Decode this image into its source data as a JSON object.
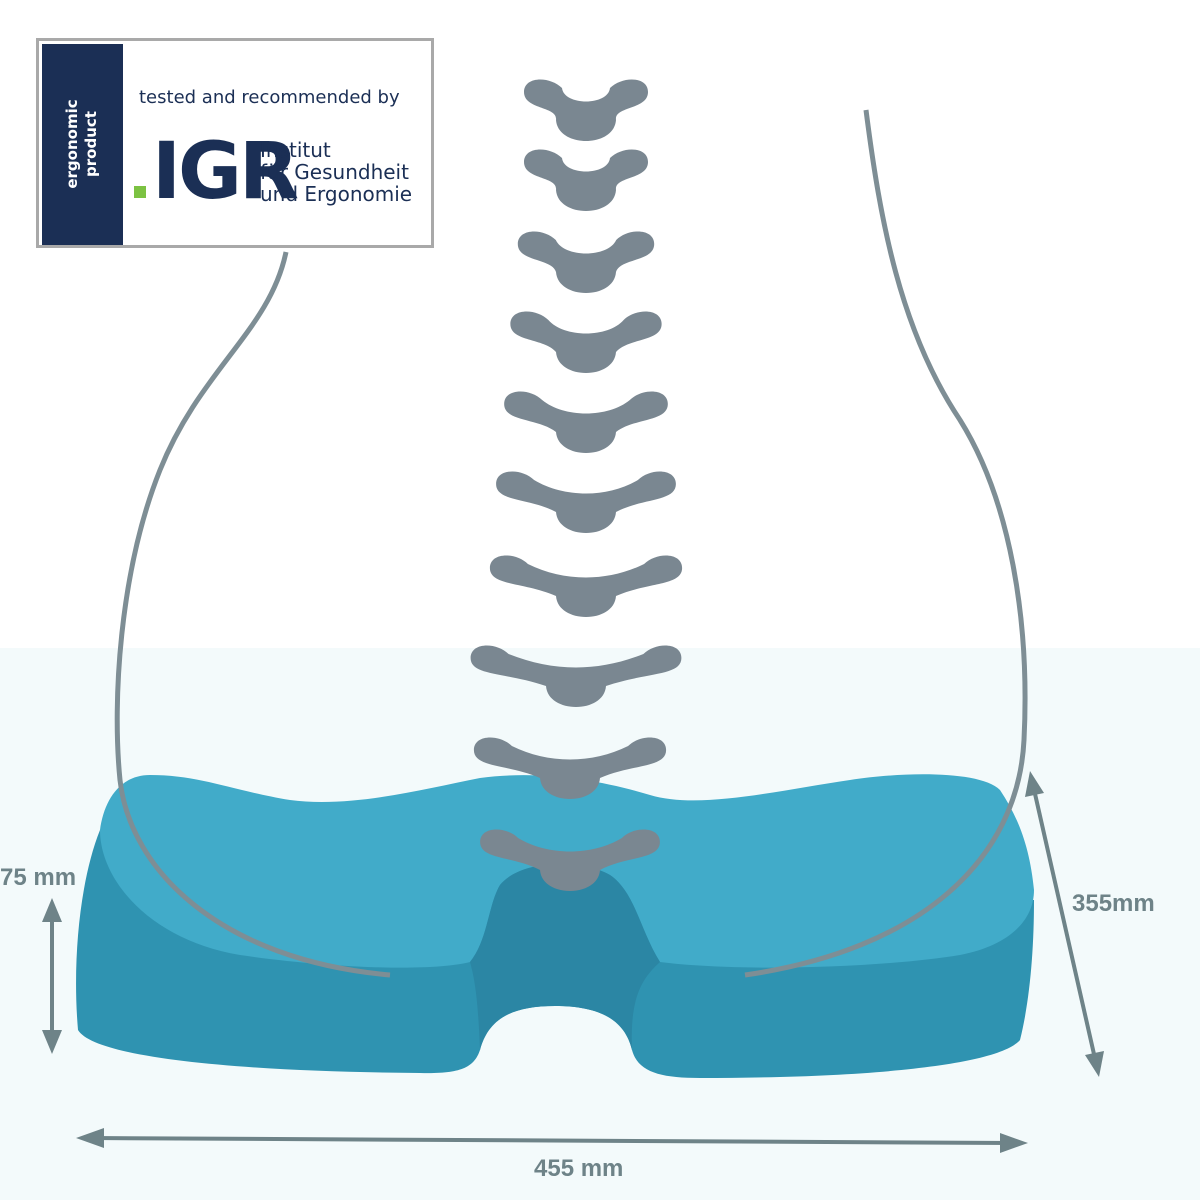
{
  "badge": {
    "side_text": "ergonomic\nproduct",
    "tested_text": "tested and recommended by",
    "logo_text": "IGR",
    "institute_text": "Institut\nfür Gesundheit\nund Ergonomie"
  },
  "dimensions": {
    "height": "75 mm",
    "depth": "355mm",
    "width": "455 mm"
  },
  "colors": {
    "navy": "#1b2f55",
    "logo_accent": "#7cc242",
    "cushion": "#3aa4c2",
    "spine": "#7a8791",
    "dimension_lines": "#6e8388"
  }
}
